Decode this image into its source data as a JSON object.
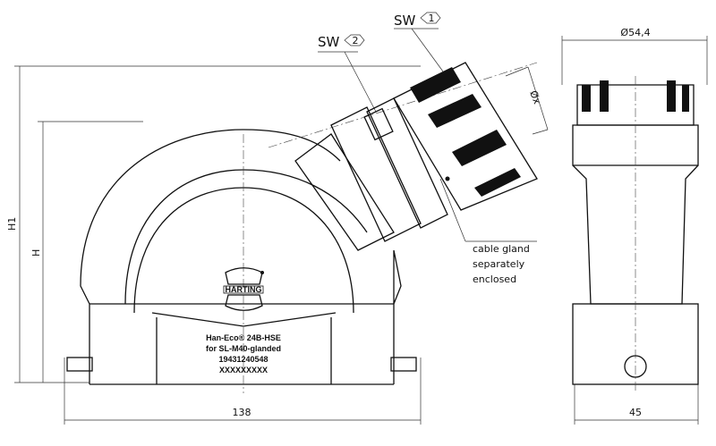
{
  "drawing": {
    "sw1": {
      "prefix": "SW",
      "number": "1"
    },
    "sw2": {
      "prefix": "SW",
      "number": "2"
    },
    "diameter_x": "Øx",
    "diameter_top": "Ø54,4",
    "height_h1": "H1",
    "height_h": "H",
    "width_front": "138",
    "width_side": "45",
    "note": [
      "cable gland",
      "separately",
      "enclosed"
    ],
    "logo_text": "HARTING",
    "label": [
      "Han-Eco® 24B-HSE",
      "for SL-M40-glanded",
      "19431240548",
      "XXXXXXXXX"
    ]
  }
}
